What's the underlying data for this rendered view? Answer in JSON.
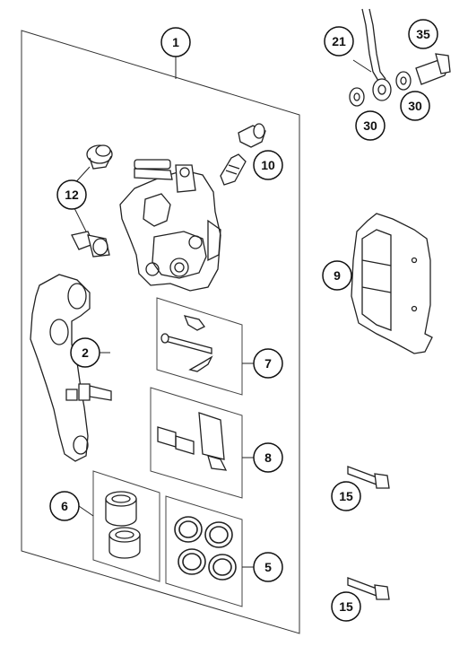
{
  "diagram": {
    "callouts": {
      "c1": "1",
      "c2": "2",
      "c5": "5",
      "c6": "6",
      "c7": "7",
      "c8": "8",
      "c9": "9",
      "c10": "10",
      "c12": "12",
      "c15a": "15",
      "c15b": "15",
      "c21": "21",
      "c30a": "30",
      "c30b": "30",
      "c35": "35"
    }
  }
}
